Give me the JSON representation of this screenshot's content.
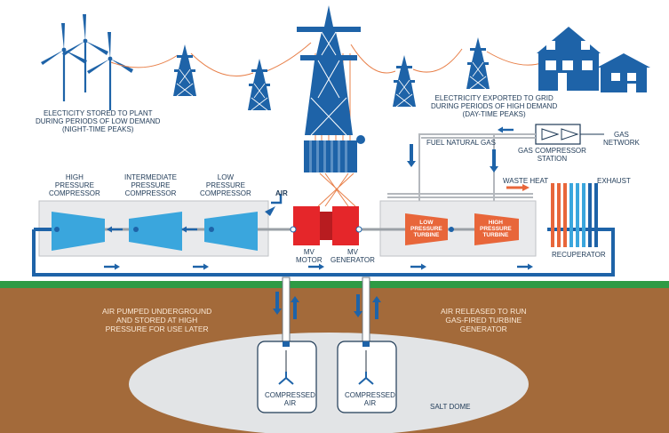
{
  "labels": {
    "stored_to_plant": [
      "ELECTICITY STORED  TO PLANT",
      "DURING PERIODS OF LOW DEMAND",
      "(NIGHT-TIME PEAKS)"
    ],
    "exported_to_grid": [
      "ELECTRICITY EXPORTED TO GRID",
      "DURING PERIODS OF HIGH DEMAND",
      "(DAY-TIME PEAKS)"
    ],
    "gas_network": [
      "GAS",
      "NETWORK"
    ],
    "gas_compressor_station": [
      "GAS COMPRESSOR",
      "STATION"
    ],
    "fuel_natural_gas": "FUEL NATURAL GAS",
    "waste_heat": "WASTE HEAT",
    "exhaust": "EXHAUST",
    "high_pressure_compressor": [
      "HIGH",
      "PRESSURE",
      "COMPRESSOR"
    ],
    "intermediate_pressure_compressor": [
      "INTERMEDIATE",
      "PRESSURE",
      "COMPRESSOR"
    ],
    "low_pressure_compressor": [
      "LOW",
      "PRESSURE",
      "COMPRESSOR"
    ],
    "air": "AIR",
    "mv_motor": [
      "MV",
      "MOTOR"
    ],
    "mv_generator": [
      "MV",
      "GENERATOR"
    ],
    "low_pressure_turbine": [
      "LOW",
      "PRESSURE",
      "TURBINE"
    ],
    "high_pressure_turbine": [
      "HIGH",
      "PRESSURE",
      "TURBINE"
    ],
    "recuperator": "RECUPERATOR",
    "air_pumped_underground": [
      "AIR PUMPED UNDERGROUND",
      "AND STORED AT HIGH",
      "PRESSURE FOR USE LATER"
    ],
    "air_released": [
      "AIR RELEASED TO RUN",
      "GAS-FIRED TURBINE",
      "GENERATOR"
    ],
    "compressed_air_1": [
      "COMPRESSED",
      "AIR"
    ],
    "compressed_air_2": [
      "COMPRESSED",
      "AIR"
    ],
    "salt_dome": "SALT DOME"
  },
  "colors": {
    "primary_blue": "#1e63a8",
    "light_blue": "#3aa6dd",
    "red": "#e5262a",
    "orange": "#e8663a",
    "ground": "#a36a3a",
    "grass": "#2e9a44",
    "dome": "#e2e4e6",
    "panel": "#e9eaec",
    "wire": "#e8804a"
  }
}
